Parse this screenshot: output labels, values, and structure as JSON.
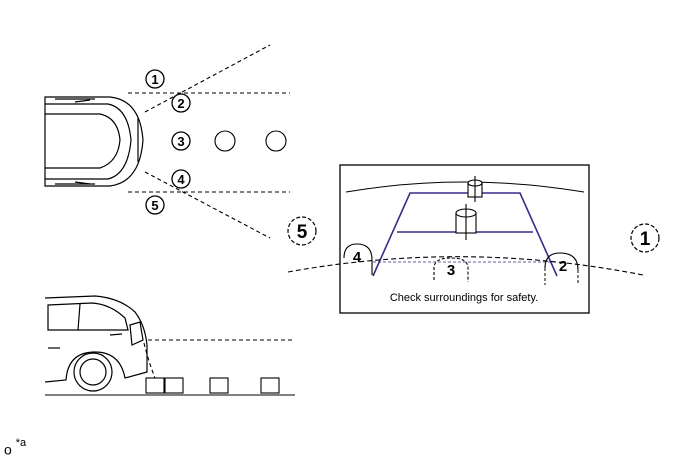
{
  "markers": {
    "m1": "1",
    "m2": "2",
    "m3": "3",
    "m4": "4",
    "m5": "5"
  },
  "screen": {
    "message": "Check surroundings for safety."
  },
  "note": {
    "prefix": "o",
    "ref": "*a"
  },
  "colors": {
    "guide_line": "#3a2a88",
    "line": "#000000"
  }
}
